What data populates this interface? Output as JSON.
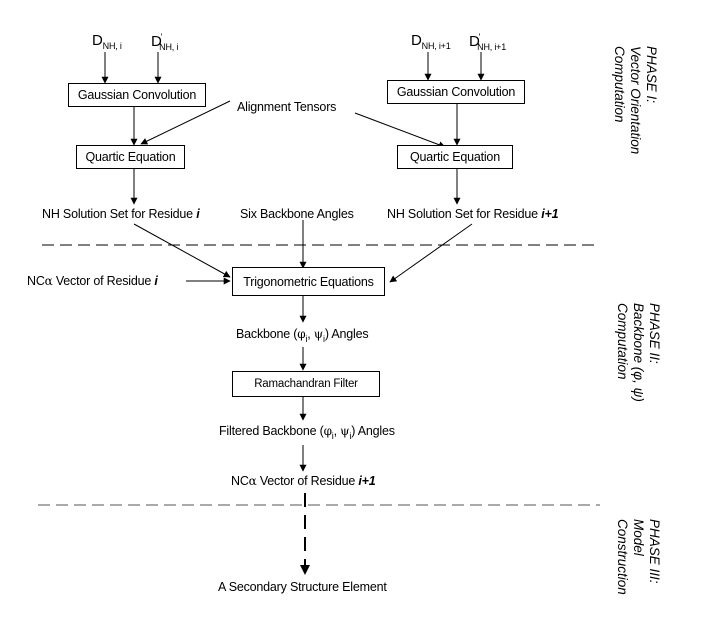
{
  "inputs": {
    "left": {
      "d1": "D",
      "d1_sub": "NH, i",
      "d2": "D",
      "d2_prime": "'",
      "d2_sub": "NH, i"
    },
    "right": {
      "d1": "D",
      "d1_sub": "NH, i+1",
      "d2": "D",
      "d2_prime": "'",
      "d2_sub": "NH, i+1"
    }
  },
  "boxes": {
    "gauss_left": "Gaussian Convolution",
    "gauss_right": "Gaussian Convolution",
    "quartic_left": "Quartic  Equation",
    "quartic_right": "Quartic  Equation",
    "trig": "Trigonometric Equations",
    "rama": "Ramachandran Filter"
  },
  "labels": {
    "alignment": "Alignment Tensors",
    "nh_left": "NH Solution Set for Residue ",
    "nh_left_em": "i",
    "six": "Six Backbone Angles",
    "nh_right": "NH Solution Set for Residue ",
    "nh_right_em": "i+1",
    "nca_left_pre": "NC",
    "nca_left_alpha": "α",
    "nca_left_post": " Vector of Residue ",
    "nca_left_em": "i",
    "backbone_pre": "Backbone (",
    "phi": "φ",
    "sub_i": "i",
    "comma": ", ",
    "psi": "ψ",
    "backbone_post": ") Angles",
    "filtered_pre": "Filtered Backbone (",
    "nca_next_pre": "NC",
    "nca_next_alpha": "α",
    "nca_next_post": " Vector of Residue ",
    "nca_next_em": "i+1",
    "sse": "A Secondary Structure Element"
  },
  "phases": [
    {
      "title": "PHASE I:",
      "lines": [
        "Vector Orientation",
        "Computation"
      ]
    },
    {
      "title": "PHASE II:",
      "lines": [
        "Backbone (φ, ψ)",
        "Computation"
      ]
    },
    {
      "title": "PHASE III:",
      "lines": [
        "Model",
        "Construction"
      ]
    }
  ]
}
